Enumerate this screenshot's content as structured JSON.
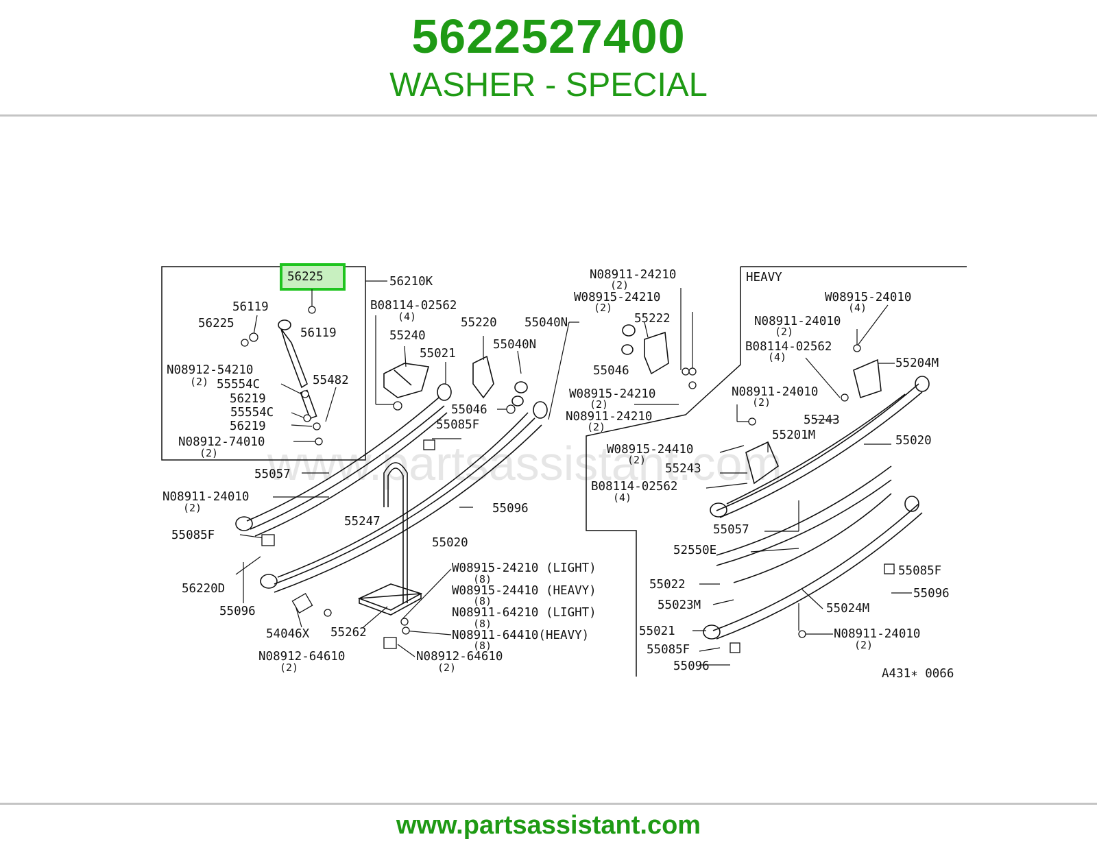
{
  "header": {
    "part_number": "5622527400",
    "description": "WASHER - SPECIAL"
  },
  "footer": {
    "url": "www.partsassistant.com"
  },
  "diagram": {
    "watermark": "www.partsassistant.com",
    "ref_code": "A431∗ 0066",
    "heavy_label": "HEAVY",
    "highlight_color": "#1fc41f",
    "accent_color": "#1e9a14",
    "highlighted_part": "56225",
    "labels": {
      "p56210K": "56210K",
      "p56119a": "56119",
      "p56119b": "56119",
      "p56225": "56225",
      "n0891254210": "N08912-54210",
      "q2a": "(2)",
      "p55554Ca": "55554C",
      "p56219a": "56219",
      "p55554Cb": "55554C",
      "p56219b": "56219",
      "p55482": "55482",
      "n0891274010": "N08912-74010",
      "q2b": "(2)",
      "p55057a": "55057",
      "n0891124010a": "N08911-24010",
      "q2c": "(2)",
      "p55085Fa": "55085F",
      "p56220D": "56220D",
      "p55096a": "55096",
      "p54046X": "54046X",
      "n0891264610a": "N08912-64610",
      "q2d": "(2)",
      "p55262": "55262",
      "n0891264610b": "N08912-64610",
      "q2e": "(2)",
      "w0891524210L": "W08915-24210 (LIGHT)",
      "q8a": "(8)",
      "w0891524410H": "W08915-24410 (HEAVY)",
      "q8b": "(8)",
      "n0891164210L": "N08911-64210 (LIGHT)",
      "q8c": "(8)",
      "n0891164410H": "N08911-64410(HEAVY)",
      "q8d": "(8)",
      "p55247": "55247",
      "p55020a": "55020",
      "p55096b": "55096",
      "p55085Fb": "55085F",
      "p55046a": "55046",
      "p55021a": "55021",
      "p55240": "55240",
      "b0811402562a": "B08114-02562",
      "q4a": "(4)",
      "p55220": "55220",
      "p55040Na": "55040N",
      "p55040Nb": "55040N",
      "n0891124210a": "N08911-24210",
      "q2f": "(2)",
      "w0891524210a": "W08915-24210",
      "q2g": "(2)",
      "p55222": "55222",
      "p55046b": "55046",
      "w0891524210b": "W08915-24210",
      "q2h": "(2)",
      "n0891124210b": "N08911-24210",
      "q2i": "(2)",
      "w0891524010": "W08915-24010",
      "q4b": "(4)",
      "n0891124010b": "N08911-24010",
      "q2j": "(2)",
      "b0811402562b": "B08114-02562",
      "q4c": "(4)",
      "p55204M": "55204M",
      "n0891124010c": "N08911-24010",
      "q2k": "(2)",
      "p55243a": "55243",
      "p55201M": "55201M",
      "p55020b": "55020",
      "w0891524410": "W08915-24410",
      "q2l": "(2)",
      "p55243b": "55243",
      "b0811402562c": "B08114-02562",
      "q4d": "(4)",
      "p55057b": "55057",
      "p52550E": "52550E",
      "p55022": "55022",
      "p55023M": "55023M",
      "p55024M": "55024M",
      "p55021b": "55021",
      "p55085Fc": "55085F",
      "p55096c": "55096",
      "p55085Fd": "55085F",
      "p55096d": "55096",
      "n0891124010d": "N08911-24010",
      "q2m": "(2)"
    }
  }
}
